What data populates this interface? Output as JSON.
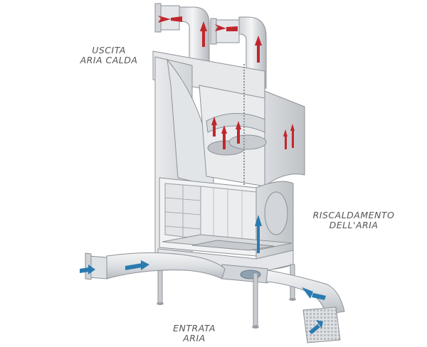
{
  "labels": {
    "hot_air_outlet": {
      "line1": "USCITA",
      "line2": "ARIA CALDA"
    },
    "air_heating": {
      "line1": "RISCALDAMENTO",
      "line2": "DELL'ARIA"
    },
    "air_inlet": {
      "line1": "ENTRATA",
      "line2": "ARIA"
    }
  },
  "colors": {
    "hot_arrow": "#c0272d",
    "cold_arrow": "#2a7bb0",
    "metal_light": "#eef0f2",
    "metal_mid": "#d6d9dc",
    "metal_dark": "#a9adb2",
    "outline": "#8d9196"
  }
}
